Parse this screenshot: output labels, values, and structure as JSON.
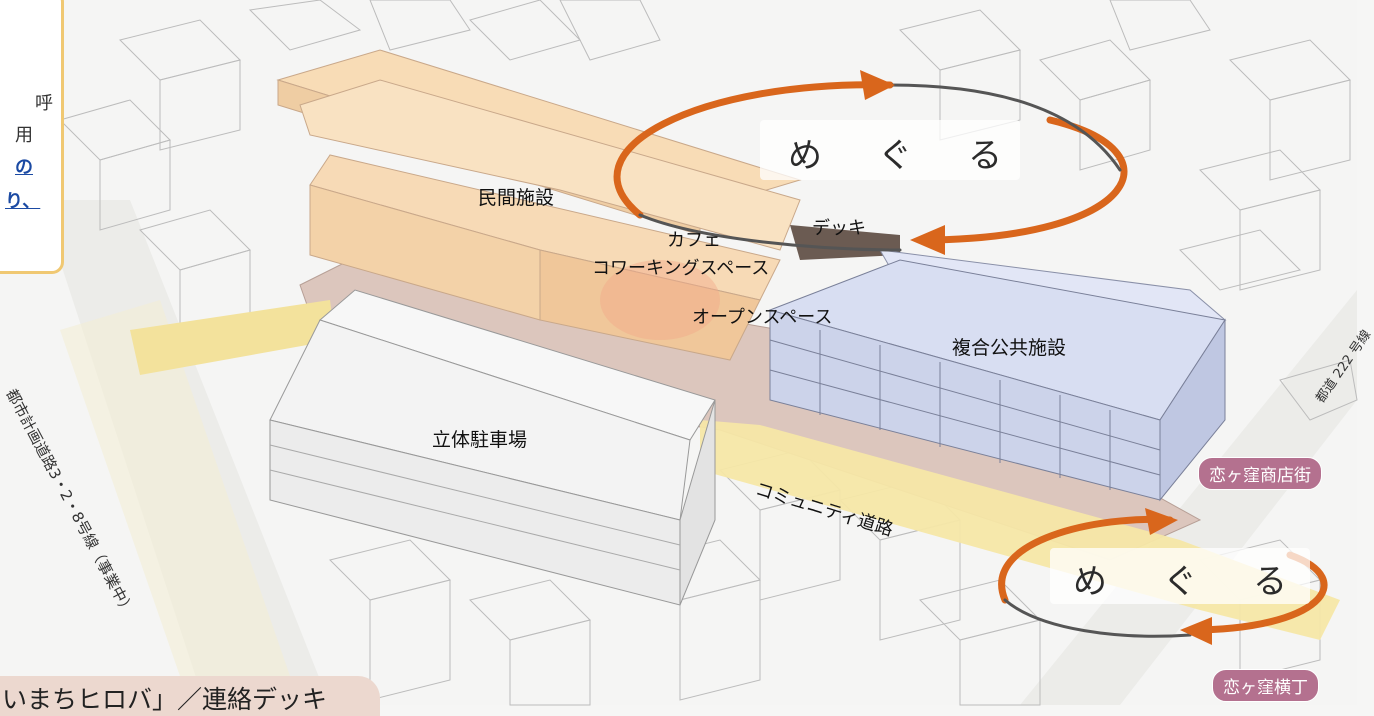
{
  "info_box": {
    "lines": [
      "呼",
      "用"
    ],
    "link_lines": [
      "の",
      "り、"
    ]
  },
  "buildings": {
    "private_facility": "民間施設",
    "cafe": "カフェ",
    "coworking": "コワーキングスペース",
    "deck": "デッキ",
    "open_space": "オープンスペース",
    "public_complex": "複合公共施設",
    "parking": "立体駐車場"
  },
  "roads": {
    "community_road": "コミュニティ道路",
    "city_road": "都市計画道路3・2・8号線（事業中）",
    "metro_road": "都道 222 号線"
  },
  "meguru_top": [
    "め",
    "ぐ",
    "る"
  ],
  "meguru_bottom": [
    "め",
    "ぐ",
    "る"
  ],
  "tags": {
    "shopping_street": "恋ヶ窪商店街",
    "alley": "恋ヶ窪横丁"
  },
  "bottom_banner": {
    "title": "いまちヒロバ」／連絡デッキ"
  },
  "colors": {
    "private_facility": "#f8dcb6",
    "public_complex": "#d8def2",
    "parking": "#f6f6f6",
    "community_road": "#f6e7a6",
    "plaza": "#dcc6bd",
    "arrow": "#d9661c",
    "tag": "#b4718f",
    "info_border": "#f0c872"
  }
}
